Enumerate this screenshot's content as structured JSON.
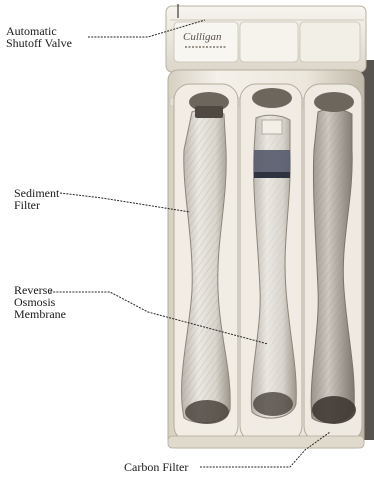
{
  "labels": {
    "valve": [
      "Automatic",
      "Shutoff Valve"
    ],
    "sediment": [
      "Sediment",
      "Filter"
    ],
    "ro": [
      "Reverse",
      "Osmosis",
      "Membrane"
    ],
    "carbon": "Carbon Filter"
  },
  "brand_plate": "Culligan"
}
